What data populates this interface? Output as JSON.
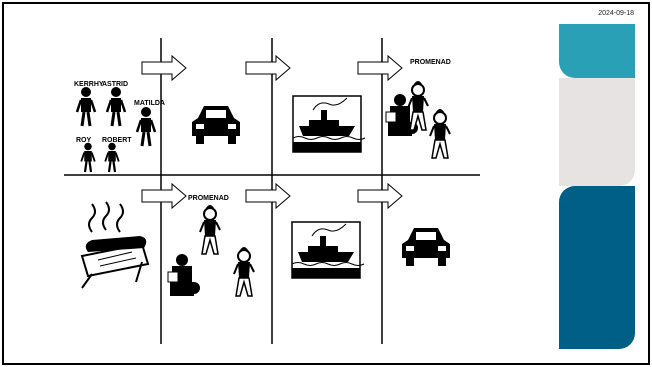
{
  "slide": {
    "date": "2024-09-18"
  },
  "comic": {
    "names": [
      "KERRHY",
      "ASTRID",
      "MATILDA",
      "ROY",
      "ROBERT"
    ],
    "promenad_label": "PROMENAD"
  },
  "theme": {
    "teal": "#2aa0b6",
    "light_gray": "#e6e3e2",
    "navy": "#005f86"
  }
}
